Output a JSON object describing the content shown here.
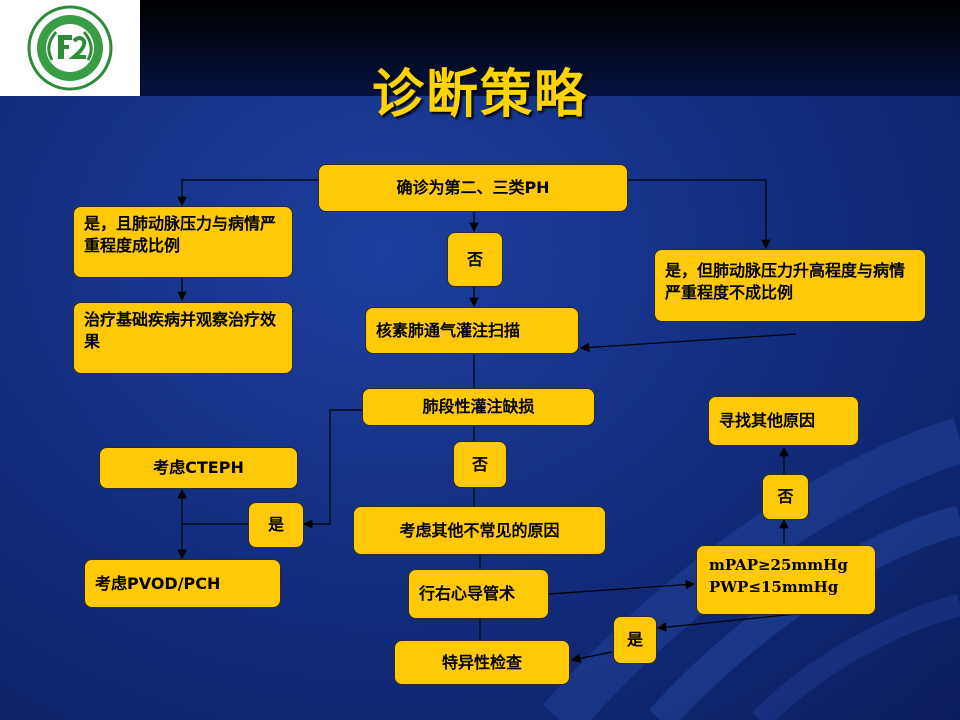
{
  "slide": {
    "title": "诊断策略"
  },
  "nodes": {
    "confirm_ph": "确诊为第二、三类PH",
    "yes_proportional": "是，且肺动脉压力与病情严重程度成比例",
    "no_1": "否",
    "yes_not_proportional": "是，但肺动脉压力升高程度与病情严重程度不成比例",
    "treat_underlying": "治疗基础疾病并观察治疗效果",
    "vq_scan": "核素肺通气灌注扫描",
    "segmental_defect": "肺段性灌注缺损",
    "no_2": "否",
    "consider_cteph": "考虑CTEPH",
    "yes_1": "是",
    "consider_other_rare": "考虑其他不常见的原因",
    "consider_pvod": "考虑PVOD/PCH",
    "right_heart_cath": "行右心导管术",
    "mpap": "mPAP≥25mmHg",
    "pwp": "PWP≤15mmHg",
    "find_other": "寻找其他原因",
    "no_3": "否",
    "yes_2": "是",
    "specific_tests": "特异性检查"
  }
}
